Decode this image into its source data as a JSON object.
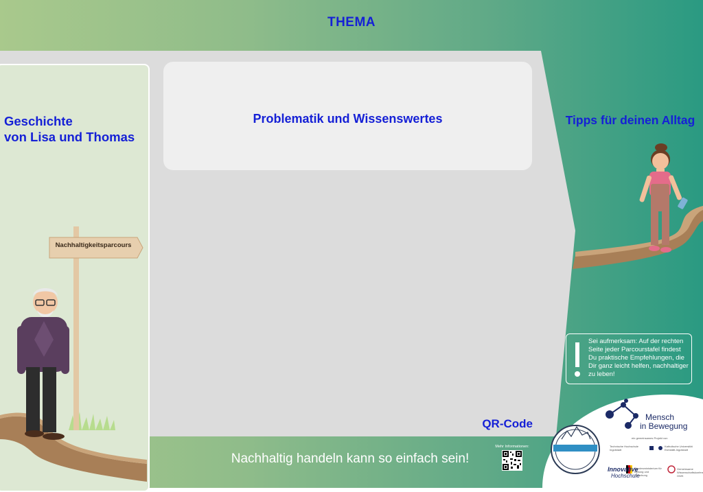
{
  "page": {
    "title": "THEMA"
  },
  "left_column": {
    "heading_line1": "Geschichte",
    "heading_line2": "von Lisa und Thomas",
    "signpost_label": "Nachhaltigkeitsparcours"
  },
  "center": {
    "heading": "Problematik und Wissenswertes"
  },
  "right_column": {
    "heading": "Tipps für deinen Alltag"
  },
  "notice": {
    "icon": "exclamation-icon",
    "text": "Sei aufmerksam: Auf der rechten Seite jeder Parcourstafel findest Du praktische Empfehlungen, die Dir ganz leicht helfen, nachhaltiger zu leben!"
  },
  "footer": {
    "qr_label": "QR-Code",
    "slogan": "Nachhaltig handeln kann so einfach sein!",
    "more_info": "Mehr Informationen:"
  },
  "logos": {
    "mib_line1": "Mensch",
    "mib_line2": "in Bewegung",
    "joint_project": "ein gemeinsames Projekt von",
    "thi": "Technische Hochschule Ingolstadt",
    "ku": "Katholische Universität Eichstätt-Ingolstadt",
    "ih_line1": "Innovative",
    "ih_line2": "Hochschule",
    "bmbf": "Bundesministerium für Bildung und Forschung",
    "gwk": "Gemeinsame Wissenschaftskonferenz GWK"
  },
  "colors": {
    "heading": "#1520d6",
    "panel": "#dcdcdc",
    "card": "#efefef",
    "left_panel": "#dde8d3",
    "path": "#b8926a"
  }
}
